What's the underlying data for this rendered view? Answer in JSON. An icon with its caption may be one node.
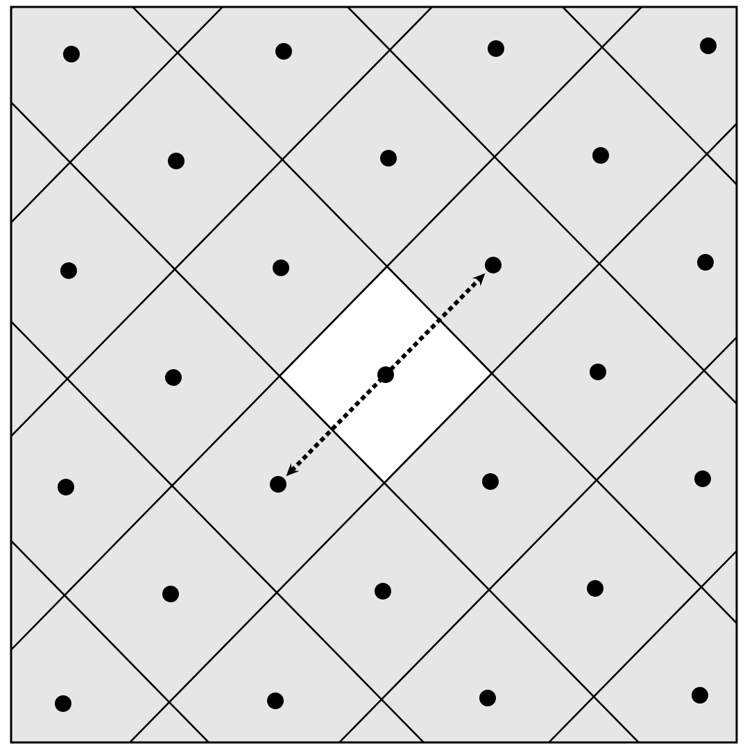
{
  "diagram": {
    "nodes": [
      {
        "text": [],
        "shape": "circle"
      },
      {
        "text": [],
        "shape": "circle"
      },
      {
        "text": [],
        "shape": "circle"
      },
      {
        "text": [],
        "shape": "circle"
      },
      {
        "text": [],
        "shape": "circle"
      },
      {
        "text": [],
        "shape": "circle"
      },
      {
        "text": [],
        "shape": "circle"
      },
      {
        "text": [],
        "shape": "circle"
      },
      {
        "text": [],
        "shape": "circle"
      },
      {
        "text": [],
        "shape": "circle"
      },
      {
        "text": [],
        "shape": "circle"
      },
      {
        "text": [],
        "shape": "circle"
      },
      {
        "text": [],
        "shape": "circle"
      },
      {
        "text": [],
        "shape": "circle"
      },
      {
        "text": [],
        "shape": "circle"
      },
      {
        "text": [],
        "shape": "circle"
      },
      {
        "text": [],
        "shape": "circle"
      },
      {
        "text": [],
        "shape": "circle"
      },
      {
        "text": [],
        "shape": "circle"
      },
      {
        "text": [],
        "shape": "circle"
      },
      {
        "text": [],
        "shape": "circle"
      },
      {
        "text": [],
        "shape": "circle"
      },
      {
        "text": [],
        "shape": "circle"
      },
      {
        "text": [],
        "shape": "circle"
      },
      {
        "text": [],
        "shape": "circle"
      }
    ],
    "edges": [
      {
        "from": 15,
        "to": 9,
        "arrow": "both",
        "style": "dashed"
      }
    ]
  }
}
